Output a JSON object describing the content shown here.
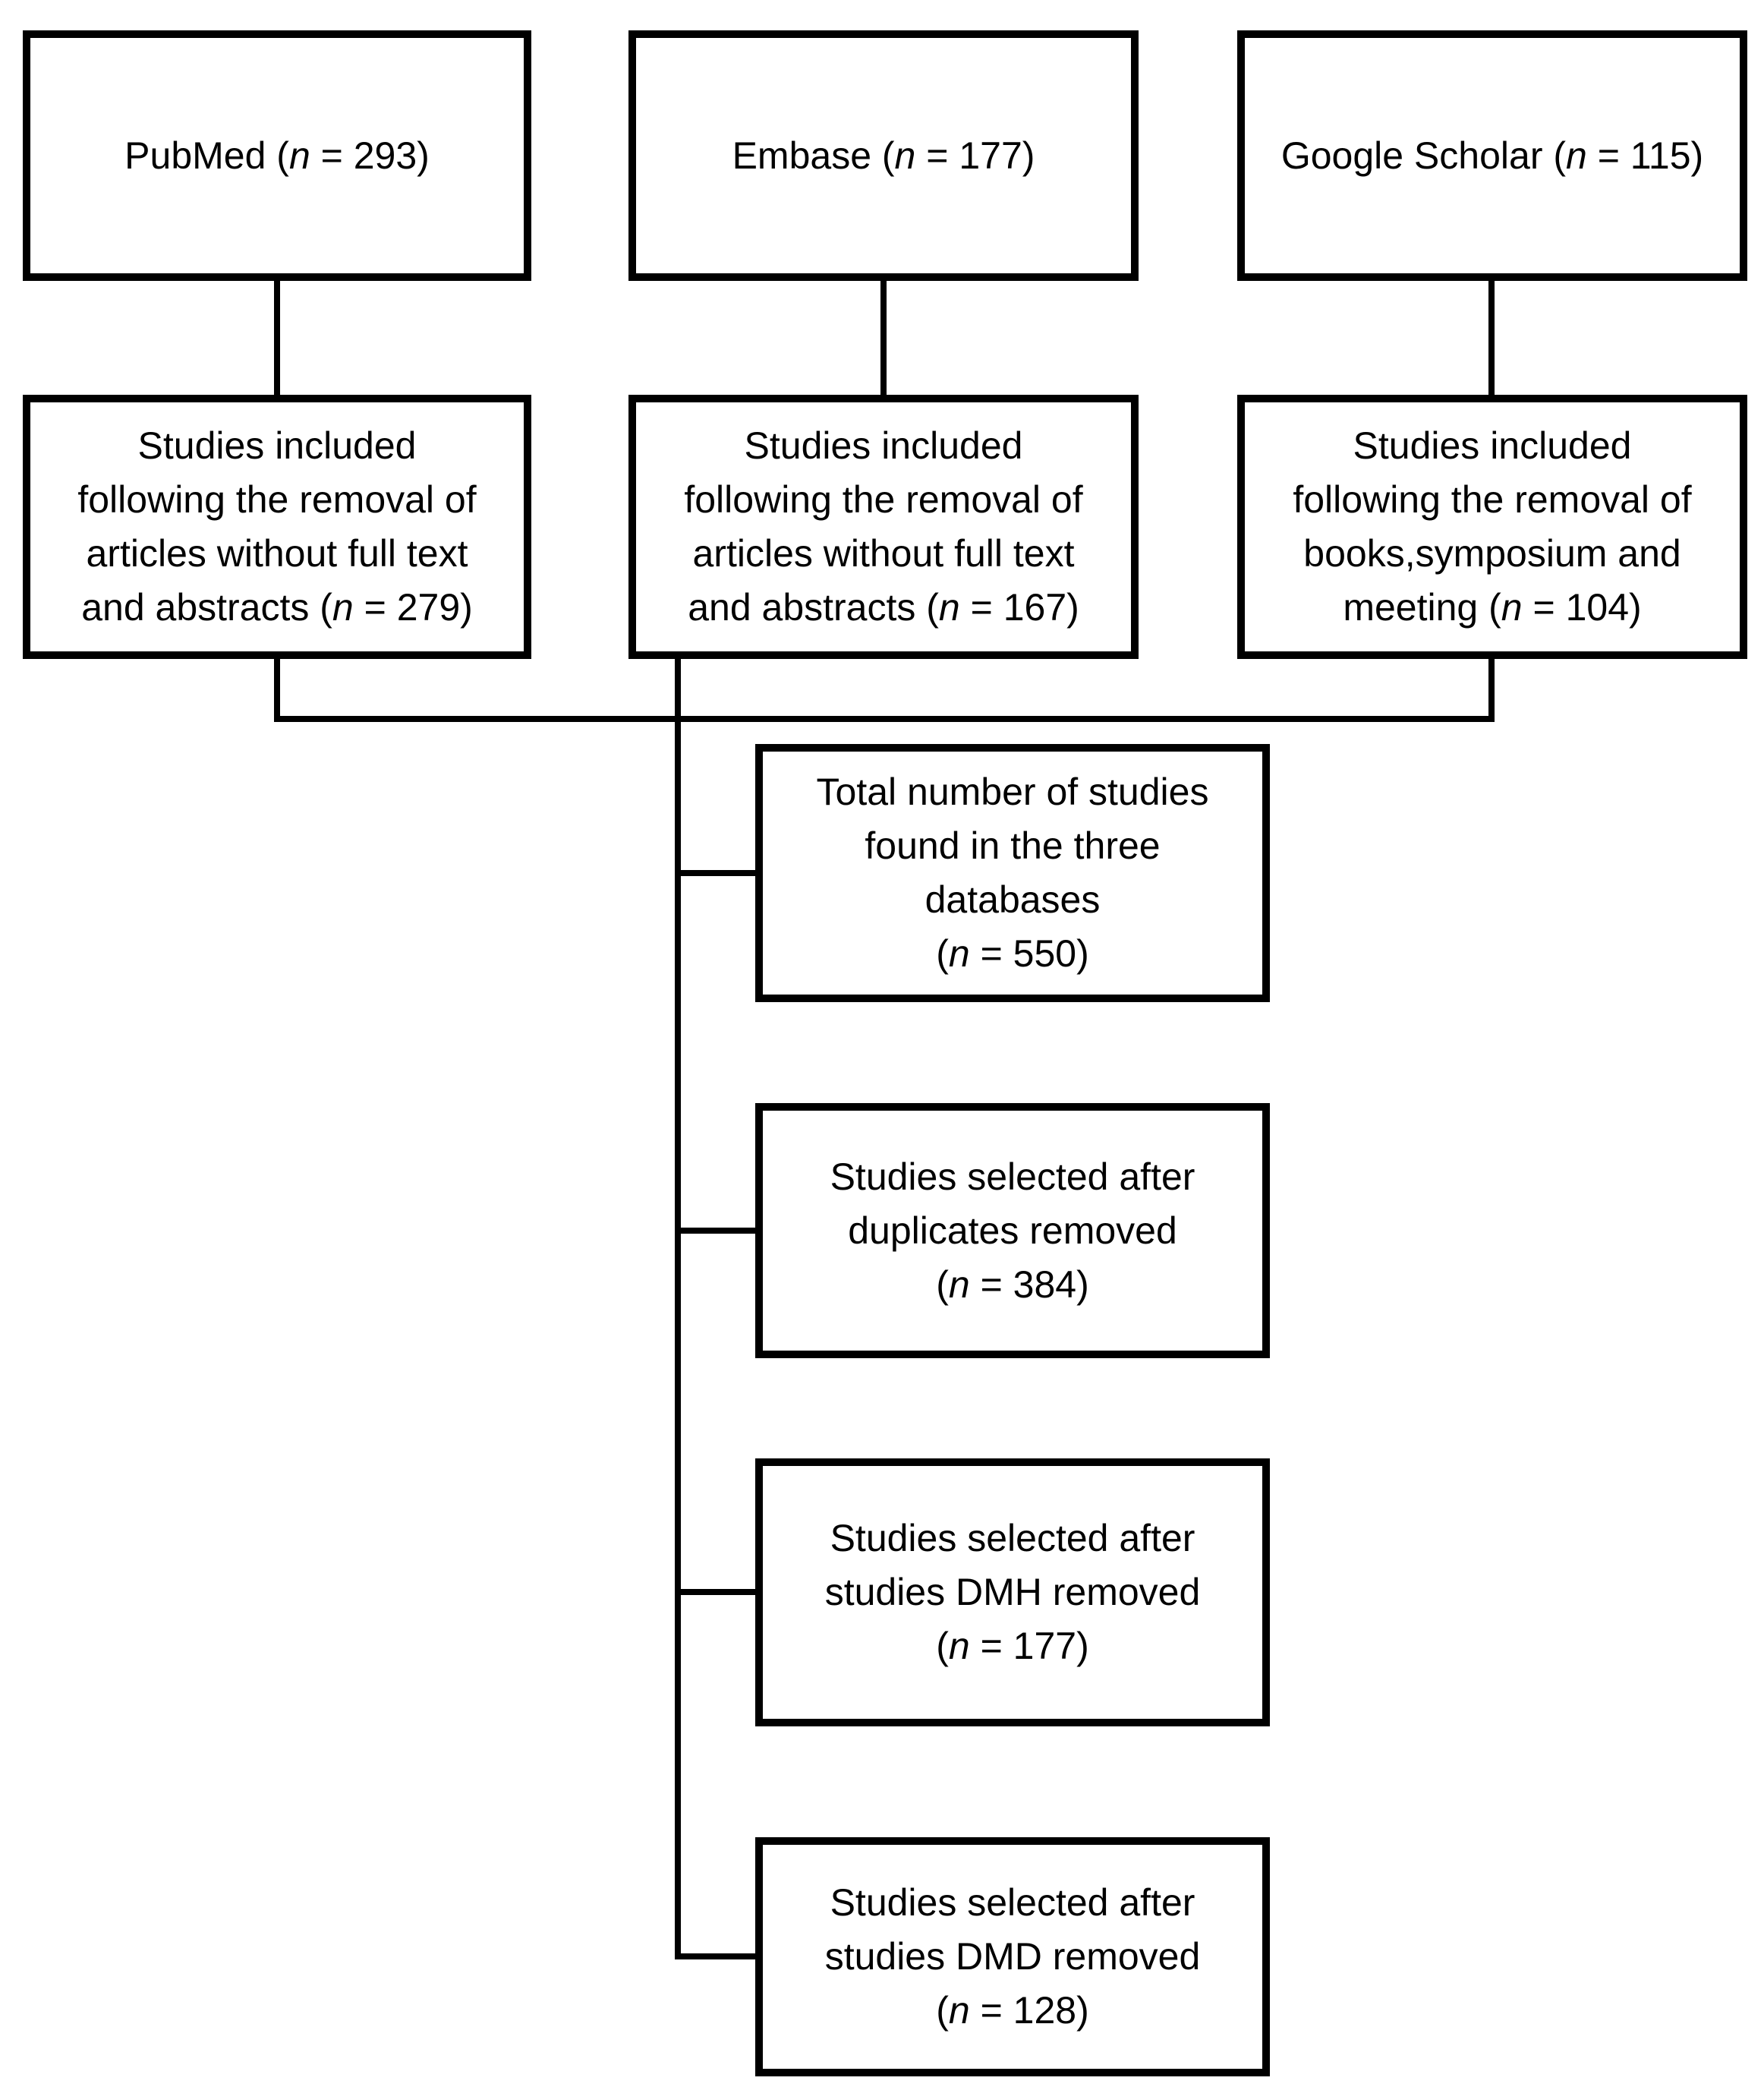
{
  "diagram": {
    "type": "flowchart",
    "description_colors": {
      "line": "#000000",
      "background": "#ffffff",
      "text": "#000000"
    },
    "boxes": [
      {
        "id": "pubmed-source",
        "lines": [
          {
            "t": "PubMed (",
            "n": "n",
            "r": " = 293)"
          }
        ]
      },
      {
        "id": "embase-source",
        "lines": [
          {
            "t": "Embase (",
            "n": "n",
            "r": " = 177)"
          }
        ]
      },
      {
        "id": "google-scholar-source",
        "lines": [
          {
            "t": "Google Scholar (",
            "n": "n",
            "r": " = 115)"
          }
        ]
      },
      {
        "id": "pubmed-filtered",
        "lines": [
          {
            "t": "Studies included"
          },
          {
            "t": "following the removal of"
          },
          {
            "t": "articles without full text"
          },
          {
            "t": "and abstracts (",
            "n": "n",
            "r": " = 279)"
          }
        ]
      },
      {
        "id": "embase-filtered",
        "lines": [
          {
            "t": "Studies included"
          },
          {
            "t": "following the removal of"
          },
          {
            "t": "articles without full text"
          },
          {
            "t": "and abstracts (",
            "n": "n",
            "r": " = 167)"
          }
        ]
      },
      {
        "id": "google-scholar-filtered",
        "lines": [
          {
            "t": "Studies included"
          },
          {
            "t": "following the removal of"
          },
          {
            "t": "books,symposium and"
          },
          {
            "t": "meeting (",
            "n": "n",
            "r": " = 104)"
          }
        ]
      },
      {
        "id": "total-studies",
        "lines": [
          {
            "t": "Total number of studies"
          },
          {
            "t": "found in the three"
          },
          {
            "t": "databases"
          },
          {
            "t": "(",
            "n": "n",
            "r": " = 550)"
          }
        ]
      },
      {
        "id": "after-duplicates-removed",
        "lines": [
          {
            "t": "Studies selected after"
          },
          {
            "t": "duplicates removed"
          },
          {
            "t": "(",
            "n": "n",
            "r": " = 384)"
          }
        ]
      },
      {
        "id": "after-dmh-removed",
        "lines": [
          {
            "t": "Studies selected after"
          },
          {
            "t": "studies DMH removed"
          },
          {
            "t": "(",
            "n": "n",
            "r": " = 177)"
          }
        ]
      },
      {
        "id": "after-dmd-removed",
        "lines": [
          {
            "t": "Studies selected after"
          },
          {
            "t": "studies DMD removed"
          },
          {
            "t": "(",
            "n": "n",
            "r": " = 128)"
          }
        ]
      }
    ],
    "counts": {
      "pubmed": 293,
      "embase": 177,
      "google_scholar": 115,
      "pubmed_filtered": 279,
      "embase_filtered": 167,
      "google_scholar_filtered": 104,
      "total": 550,
      "after_duplicates": 384,
      "after_dmh": 177,
      "after_dmd": 128
    }
  }
}
